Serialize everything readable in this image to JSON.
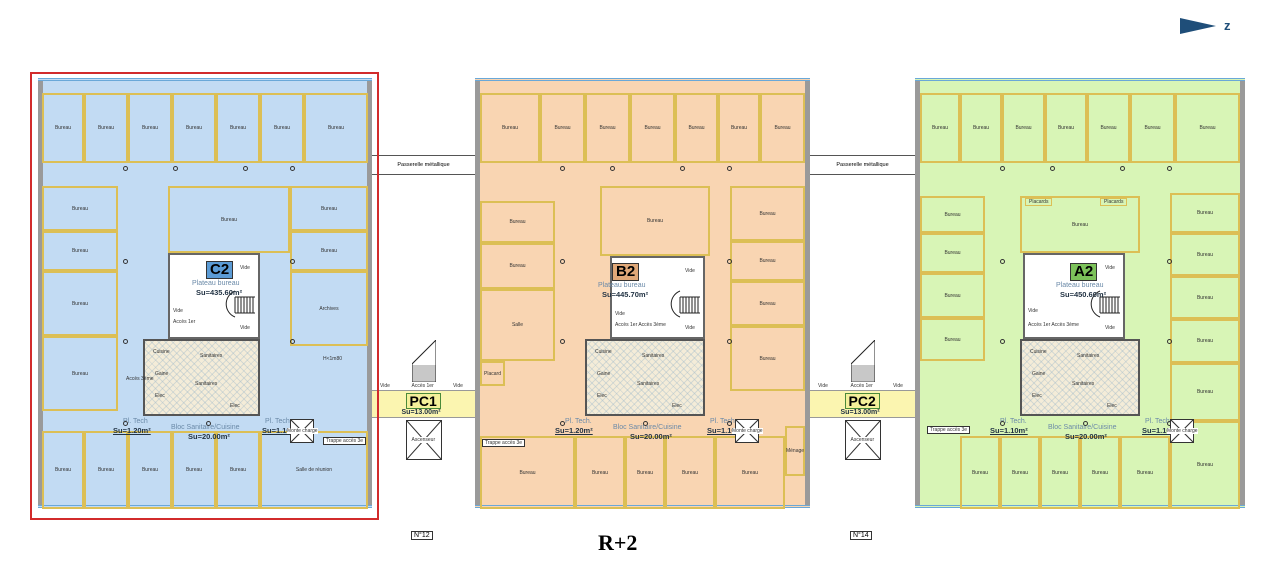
{
  "north_arrow": {
    "label": "z",
    "color": "#1f4e79"
  },
  "floor_label": "R+2",
  "street_numbers": [
    "N°12",
    "N°14"
  ],
  "passerelle_label": "Passerelle métallique",
  "selection_color": "#d22b2b",
  "buildings": [
    {
      "id": "C2",
      "color": "#c2dbf3",
      "tag_color": "#5b9bd5",
      "plateau_label": "Plateau bureau",
      "plateau_area": "Su=435.60m²",
      "tech_left": {
        "label": "Pl. Tech",
        "area": "Su=1.20m²"
      },
      "bloc": {
        "label": "Bloc Sanitaire/Cuisine",
        "area": "Su=20.00m²"
      },
      "tech_right": {
        "label": "Pl. Tech",
        "area": "Su=1.10m²"
      },
      "rooms": [
        "Bureau",
        "Bureau",
        "Bureau",
        "Bureau",
        "Bureau",
        "Bureau",
        "Bureau",
        "Bureau",
        "Bureau",
        "Bureau",
        "Bureau",
        "Bureau",
        "Bureau",
        "Archives",
        "Bureau",
        "Bureau",
        "Bureau",
        "Bureau",
        "Bureau",
        "Bureau",
        "Salle de réunion"
      ],
      "small": [
        "Cuisine",
        "Sanitaires",
        "Sanitaires",
        "Gaine",
        "Elec",
        "Elec",
        "Vide",
        "Vide",
        "Vide",
        "Accès 1er",
        "Accès 3ème",
        "H<1m80",
        "Monte charge",
        "Trappe accès 3e"
      ]
    },
    {
      "id": "B2",
      "color": "#f9d5b2",
      "tag_color": "#e0a878",
      "plateau_label": "Plateau bureau",
      "plateau_area": "Su=445.70m²",
      "tech_left": {
        "label": "Pl. Tech.",
        "area": "Su=1.20m²"
      },
      "bloc": {
        "label": "Bloc Sanitaire/Cuisine",
        "area": "Su=20.00m²"
      },
      "tech_right": {
        "label": "Pl. Tech.",
        "area": "Su=1.10m²"
      },
      "rooms": [
        "Bureau",
        "Bureau",
        "Bureau",
        "Bureau",
        "Bureau",
        "Bureau",
        "Bureau",
        "Bureau",
        "Bureau",
        "Salle",
        "Placard",
        "Bureau",
        "Bureau",
        "Bureau",
        "Bureau",
        "Bureau",
        "Bureau",
        "Bureau",
        "Bureau",
        "Bureau",
        "Bureau",
        "Ménage"
      ],
      "small": [
        "Cuisine",
        "Sanitaires",
        "Sanitaires",
        "Gaine",
        "Elec",
        "Elec",
        "Vide",
        "Vide",
        "Vide",
        "Accès 1er Accès 3ème",
        "Monte charge",
        "Trappe accès 3e"
      ]
    },
    {
      "id": "A2",
      "color": "#d8f5b6",
      "tag_color": "#7cc25a",
      "plateau_label": "Plateau bureau",
      "plateau_area": "Su=450.60m²",
      "tech_left": {
        "label": "Pl. Tech.",
        "area": "Su=1.10m²"
      },
      "bloc": {
        "label": "Bloc Sanitaire/Cuisine",
        "area": "Su=20.00m²"
      },
      "tech_right": {
        "label": "Pl. Tech.",
        "area": "Su=1.10m²"
      },
      "rooms": [
        "Bureau",
        "Bureau",
        "Bureau",
        "Bureau",
        "Bureau",
        "Bureau",
        "Bureau",
        "Bureau",
        "Bureau",
        "Bureau",
        "Bureau",
        "Bureau",
        "Bureau",
        "Bureau",
        "Bureau",
        "Bureau",
        "Bureau",
        "Bureau",
        "Bureau",
        "Bureau",
        "Bureau",
        "Bureau",
        "Bureau"
      ],
      "placards": [
        "Placards",
        "Placards"
      ],
      "small": [
        "Cuisine",
        "Sanitaires",
        "Sanitaires",
        "Gaine",
        "Elec",
        "Elec",
        "Vide",
        "Vide",
        "Vide",
        "Accès 1er Accès 3ème",
        "Monte charge",
        "Trappe accès 3e"
      ]
    }
  ],
  "walkways": [
    {
      "id": "PC1",
      "area": "Su=13.00m²",
      "access": "Accès 1er",
      "vide": "Vide",
      "lift": "Ascenseur"
    },
    {
      "id": "PC2",
      "area": "Su=13.00m²",
      "access": "Accès 1er",
      "vide": "Vide",
      "lift": "Ascenseur"
    }
  ]
}
